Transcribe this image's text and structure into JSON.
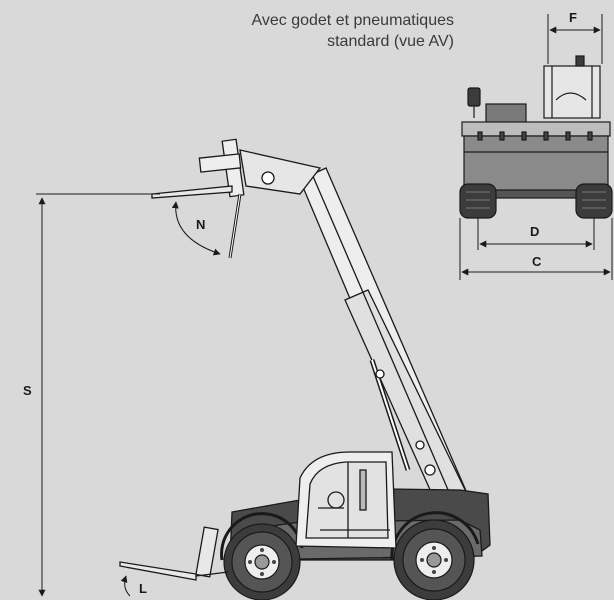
{
  "caption": {
    "line1": "Avec godet et pneumatiques",
    "line2": "standard (vue AV)"
  },
  "dimensions": {
    "F": "F",
    "D": "D",
    "C": "C",
    "N": "N",
    "S": "S",
    "L": "L"
  },
  "colors": {
    "background": "#d9d9d9",
    "ink": "#1a1a1a",
    "machine_dark": "#3c3c3c",
    "machine_light": "#eeeeee"
  }
}
